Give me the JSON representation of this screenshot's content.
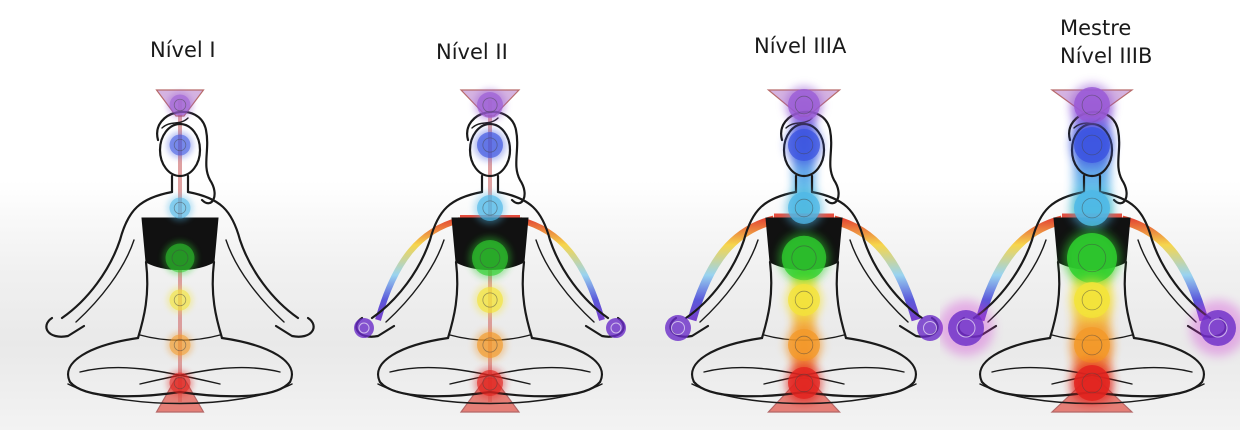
{
  "levels": [
    {
      "title_lines": [
        "Nível I"
      ],
      "intensity": 0.25,
      "channels": "none"
    },
    {
      "title_lines": [
        "Nível II"
      ],
      "intensity": 0.5,
      "channels": "arms"
    },
    {
      "title_lines": [
        "Nível IIIA"
      ],
      "intensity": 0.8,
      "channels": "arms+column"
    },
    {
      "title_lines": [
        "Mestre",
        "Nível IIIB"
      ],
      "intensity": 1.0,
      "channels": "full"
    }
  ],
  "chakra_colors": {
    "crown": "#9a5bd6",
    "third_eye": "#3c55e0",
    "throat": "#4fb8e8",
    "heart": "#2fd02f",
    "solar_plexus": "#f3e43a",
    "sacral": "#f39a2a",
    "root": "#e2231f"
  },
  "palm_color": "#6a2cc8"
}
